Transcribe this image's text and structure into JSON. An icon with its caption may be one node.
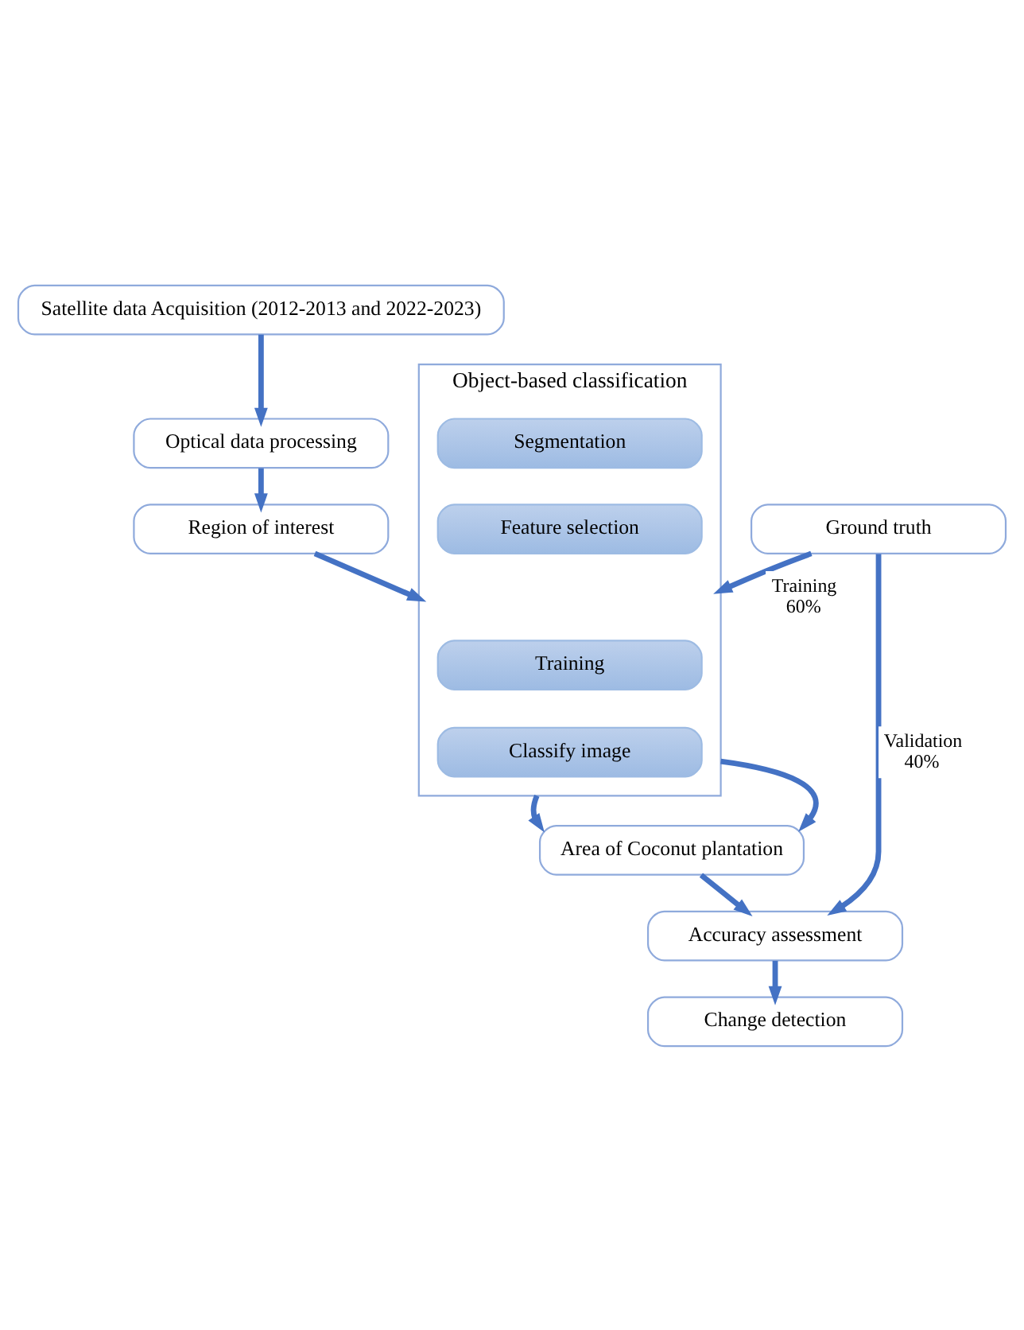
{
  "diagram": {
    "nodes": [
      {
        "text": [
          "Satellite data Acquisition (2012-2013 and 2022-2023)"
        ]
      },
      {
        "text": [
          "Optical data processing"
        ]
      },
      {
        "text": [
          "Region of interest"
        ]
      },
      {
        "text": [
          "Object-based classification"
        ]
      },
      {
        "text": [
          "Segmentation"
        ],
        "in": 3
      },
      {
        "text": [
          "Feature selection"
        ],
        "in": 3
      },
      {
        "text": [
          "Training"
        ],
        "in": 3
      },
      {
        "text": [
          "Classify image"
        ],
        "in": 3
      },
      {
        "text": [
          "Ground truth"
        ]
      },
      {
        "text": [
          "Area of Coconut plantation"
        ]
      },
      {
        "text": [
          "Accuracy assessment"
        ]
      },
      {
        "text": [
          "Change detection"
        ]
      }
    ],
    "edges": [
      {
        "from": 0,
        "to": 1,
        "arrow": "to"
      },
      {
        "from": 1,
        "to": 2,
        "arrow": "to"
      },
      {
        "from": 2,
        "to": 3,
        "arrow": "to"
      },
      {
        "from": 3,
        "to": 9,
        "arrow": "to"
      },
      {
        "from": 3,
        "to": 9,
        "arrow": "to"
      },
      {
        "from": 8,
        "to": 3,
        "arrow": "to",
        "label": "Training 60%"
      },
      {
        "from": 9,
        "to": 10,
        "arrow": "to"
      },
      {
        "from": 8,
        "to": 10,
        "arrow": "to",
        "label": "Validation 40%"
      },
      {
        "from": 10,
        "to": 11,
        "arrow": "to"
      }
    ]
  }
}
